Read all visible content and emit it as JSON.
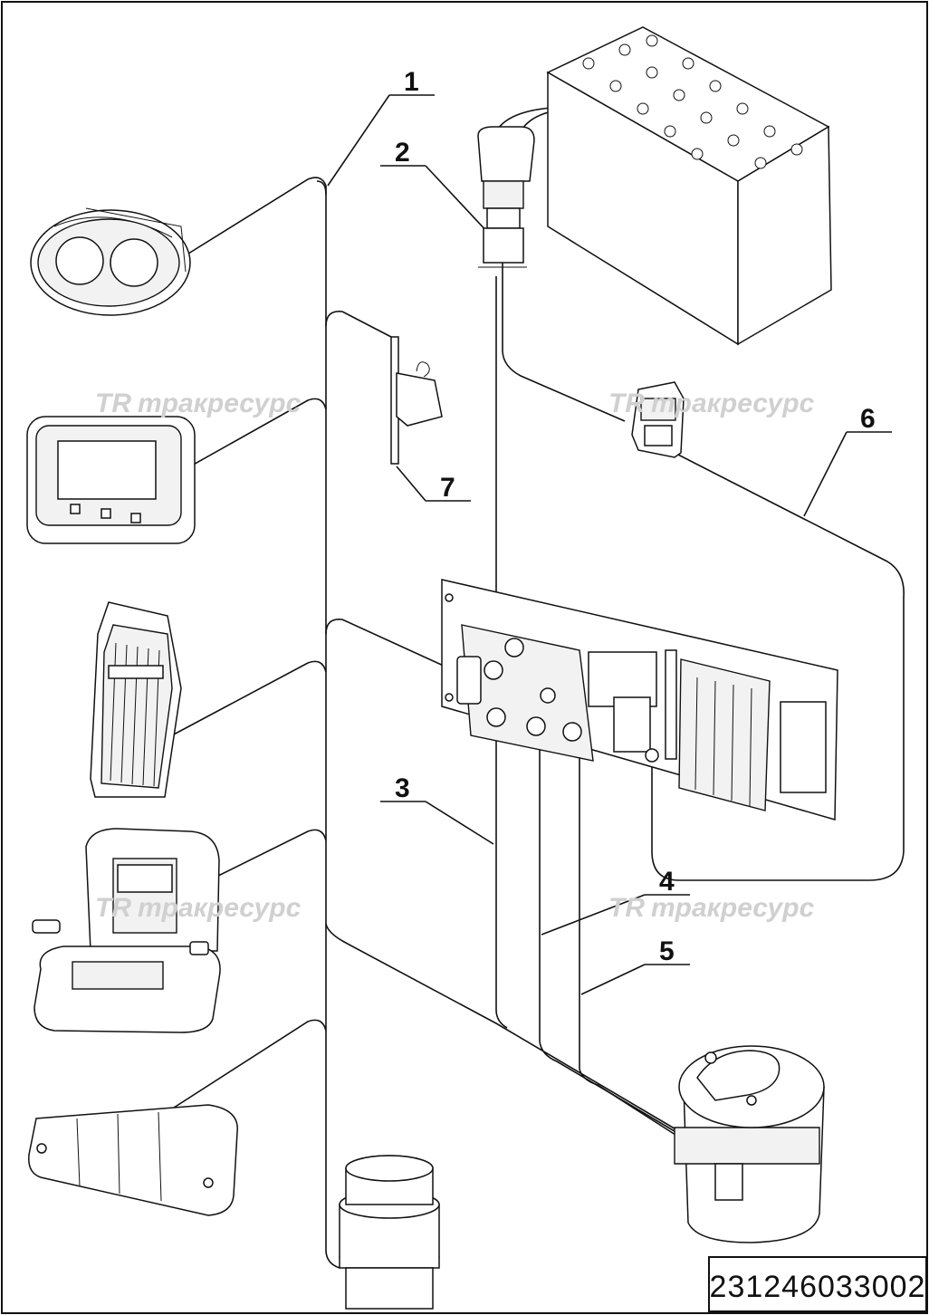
{
  "diagram": {
    "callouts": [
      {
        "id": "1",
        "label": "1"
      },
      {
        "id": "2",
        "label": "2"
      },
      {
        "id": "3",
        "label": "3"
      },
      {
        "id": "4",
        "label": "4"
      },
      {
        "id": "5",
        "label": "5"
      },
      {
        "id": "6",
        "label": "6"
      },
      {
        "id": "7",
        "label": "7"
      }
    ],
    "watermark": "тракресурс",
    "watermark_logo": "TR",
    "part_number": "231246033002"
  }
}
